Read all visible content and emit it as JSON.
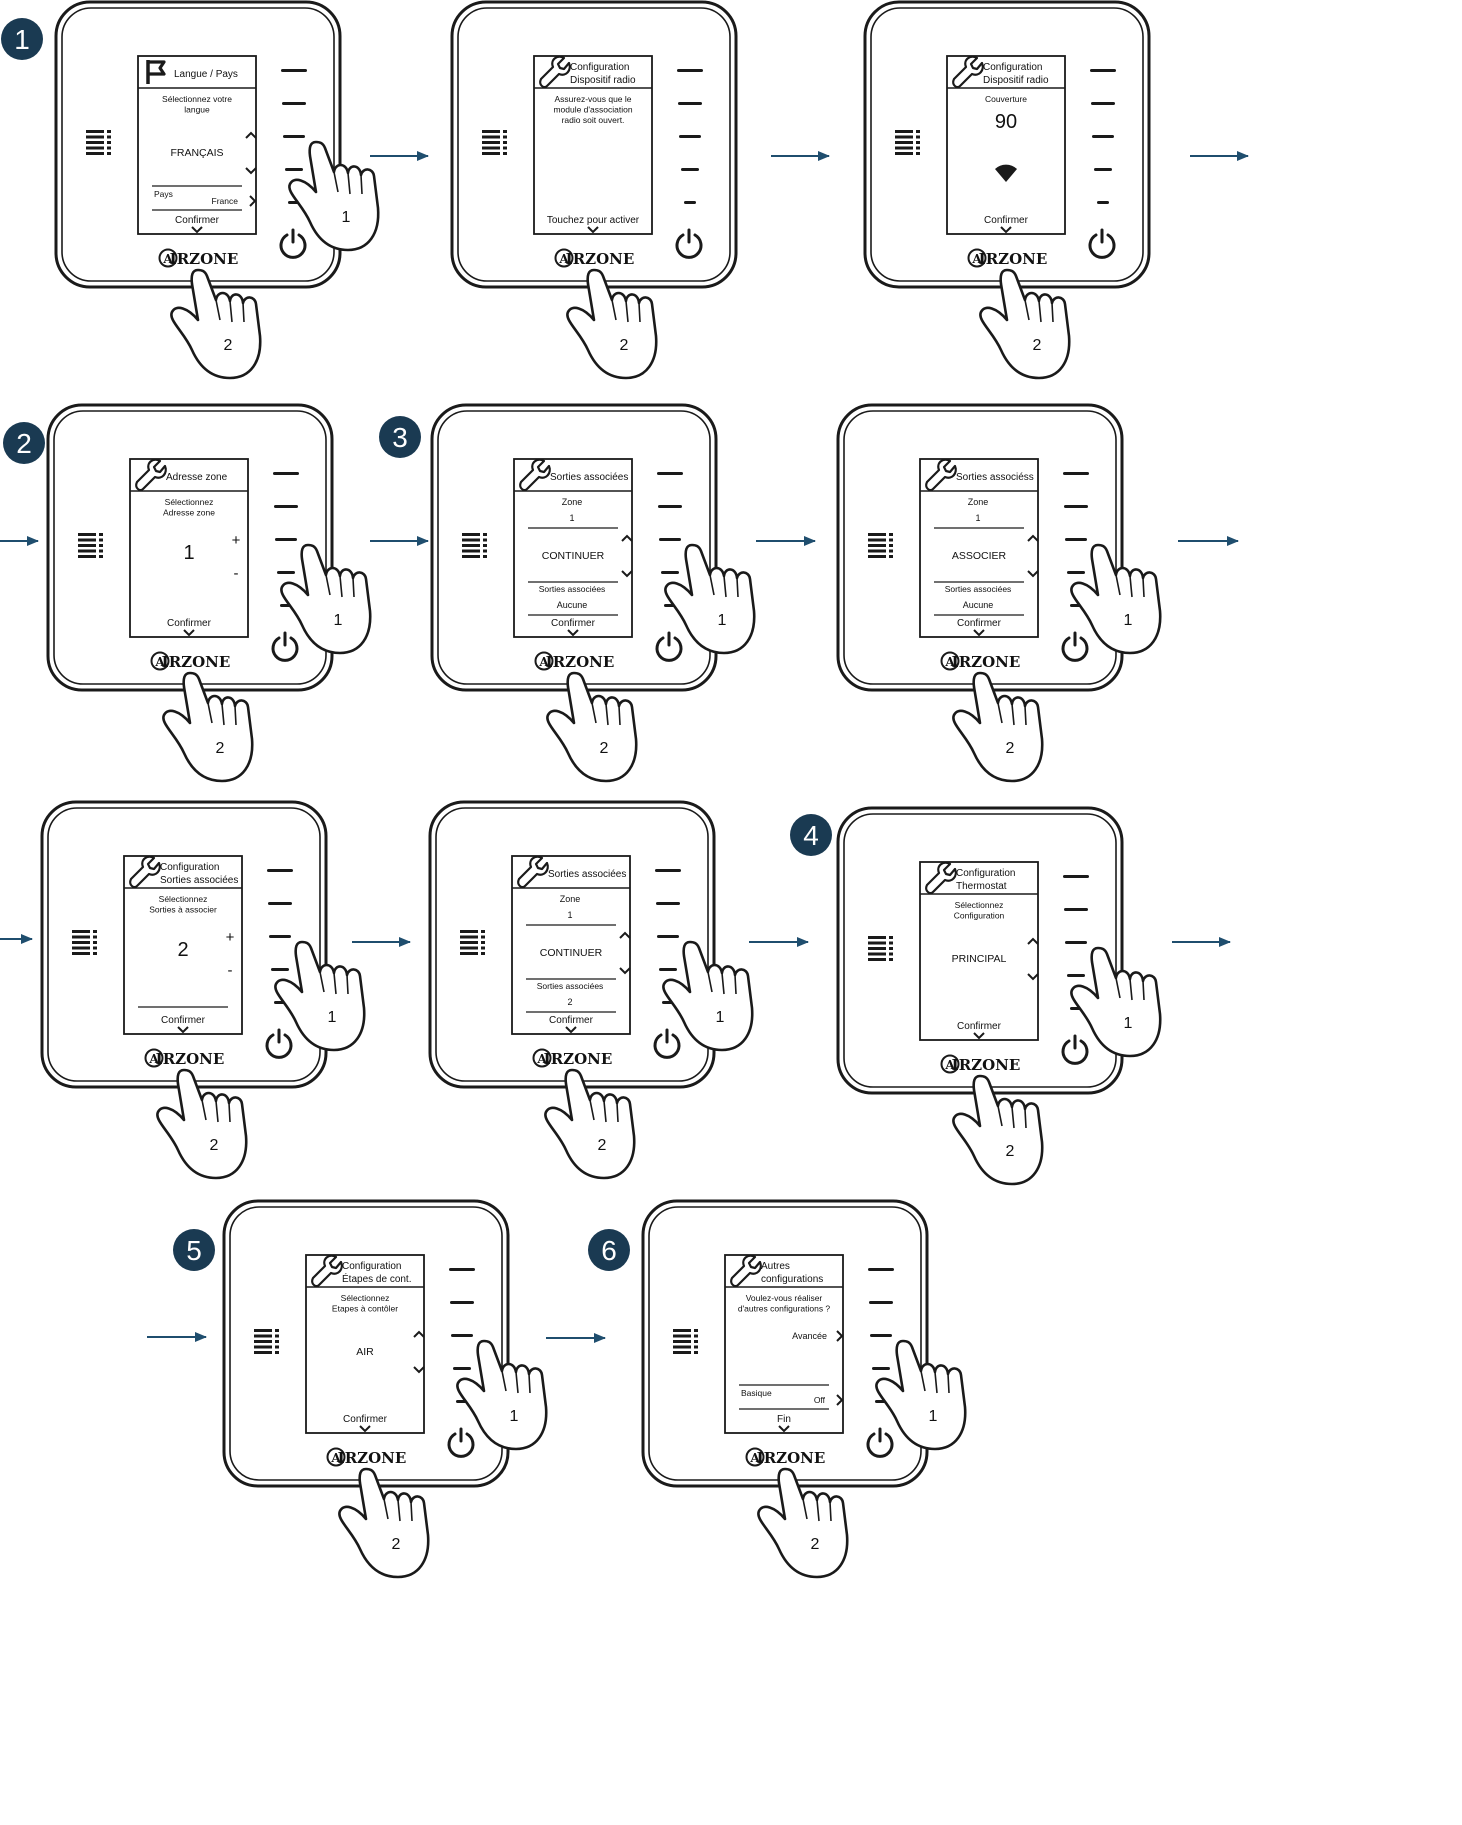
{
  "colors": {
    "step_badge": "#1a3a52",
    "arrow": "#1f4e6e",
    "outline": "#1a1a1a"
  },
  "brand": "AIRZONE",
  "steps": [
    {
      "number": "1"
    },
    {
      "number": "2"
    },
    {
      "number": "3"
    },
    {
      "number": "4"
    },
    {
      "number": "5"
    },
    {
      "number": "6"
    }
  ],
  "screens": [
    {
      "header_icon": "flag-icon",
      "header": [
        "Langue / Pays"
      ],
      "subtitle": [
        "Sélectionnez votre",
        "langue"
      ],
      "value": "FRANÇAIS",
      "control": "up-down",
      "extra_label": "Pays",
      "extra_value": "France",
      "footer": "Confirmer",
      "hand1": "1",
      "hand2": "2"
    },
    {
      "header_icon": "wrench-icon",
      "header": [
        "Configuration",
        "Dispositif radio"
      ],
      "subtitle": [
        "Assurez-vous que le",
        "module d'association",
        "radio soit ouvert."
      ],
      "value": "",
      "control": "none",
      "footer": "Touchez pour activer",
      "hand2": "2"
    },
    {
      "header_icon": "wrench-icon",
      "header": [
        "Configuration",
        "Dispositif radio"
      ],
      "subtitle": [
        "Couverture"
      ],
      "value": "90",
      "control": "wifi",
      "footer": "Confirmer",
      "hand2": "2"
    },
    {
      "header_icon": "wrench-icon",
      "header": [
        "Adresse zone"
      ],
      "subtitle": [
        "Sélectionnez",
        "Adresse zone"
      ],
      "value": "1",
      "control": "plus-minus",
      "footer": "Confirmer",
      "hand1": "1",
      "hand2": "2"
    },
    {
      "header_icon": "wrench-icon",
      "header": [
        "Sorties associées"
      ],
      "top_label": "Zone",
      "top_value": "1",
      "value": "CONTINUER",
      "control": "up-down",
      "bottom_label": "Sorties associées",
      "bottom_value": "Aucune",
      "footer": "Confirmer",
      "hand1": "1",
      "hand2": "2"
    },
    {
      "header_icon": "wrench-icon",
      "header": [
        "Sorties associéss"
      ],
      "top_label": "Zone",
      "top_value": "1",
      "value": "ASSOCIER",
      "control": "up-down",
      "bottom_label": "Sorties associées",
      "bottom_value": "Aucune",
      "footer": "Confirmer",
      "hand1": "1",
      "hand2": "2"
    },
    {
      "header_icon": "wrench-icon",
      "header": [
        "Configuration",
        "Sorties associées"
      ],
      "subtitle": [
        "Sélectionnez",
        "Sorties à associer"
      ],
      "value": "2",
      "control": "plus-minus",
      "footer": "Confirmer",
      "hand1": "1",
      "hand2": "2"
    },
    {
      "header_icon": "wrench-icon",
      "header": [
        "Sorties associées"
      ],
      "top_label": "Zone",
      "top_value": "1",
      "value": "CONTINUER",
      "control": "up-down",
      "bottom_label": "Sorties associées",
      "bottom_value": "2",
      "footer": "Confirmer",
      "hand1": "1",
      "hand2": "2"
    },
    {
      "header_icon": "wrench-icon",
      "header": [
        "Configuration",
        "Thermostat"
      ],
      "subtitle": [
        "Sélectionnez",
        "Configuration"
      ],
      "value": "PRINCIPAL",
      "control": "up-down",
      "footer": "Confirmer",
      "hand1": "1",
      "hand2": "2"
    },
    {
      "header_icon": "wrench-icon",
      "header": [
        "Configuration",
        "Étapes de cont."
      ],
      "subtitle": [
        "Sélectionnez",
        "Etapes à contôler"
      ],
      "value": "AIR",
      "control": "up-down",
      "footer": "Confirmer",
      "hand1": "1",
      "hand2": "2"
    },
    {
      "header_icon": "wrench-icon",
      "header": [
        "Autres",
        "configurations"
      ],
      "subtitle": [
        "Voulez-vous réaliser",
        "d'autres configurations ?"
      ],
      "value": "Avancée",
      "control": "right",
      "extra_label": "Basique",
      "extra_value": "Off",
      "footer": "Fin",
      "hand1": "1",
      "hand2": "2"
    }
  ]
}
